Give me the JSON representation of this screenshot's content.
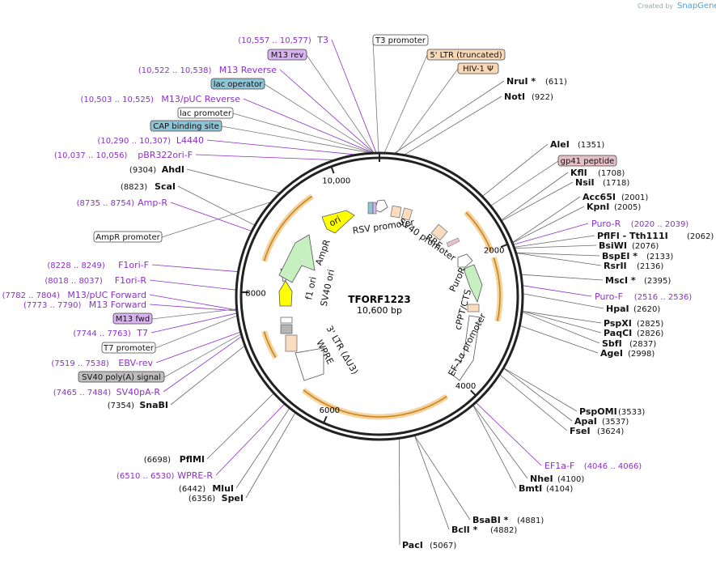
{
  "credit": {
    "created_by": "Created by",
    "brand": "SnapGene"
  },
  "plasmid": {
    "name": "TFORF1223",
    "size": "10,600 bp"
  },
  "ring_ticks": [
    "2000",
    "4000",
    "6000",
    "8000",
    "10,000"
  ],
  "enzymes_right": [
    {
      "name": "NruI *",
      "pos": "(611)"
    },
    {
      "name": "NotI",
      "pos": "(922)"
    },
    {
      "name": "AleI",
      "pos": "(1351)"
    },
    {
      "name": "KflI",
      "pos": "(1708)"
    },
    {
      "name": "NsiI",
      "pos": "(1718)"
    },
    {
      "name": "Acc65I",
      "pos": "(2001)"
    },
    {
      "name": "KpnI",
      "pos": "(2005)"
    },
    {
      "name": "PflFI - Tth111I",
      "pos": "(2062)"
    },
    {
      "name": "BsiWI",
      "pos": "(2076)"
    },
    {
      "name": "BspEI *",
      "pos": "(2133)"
    },
    {
      "name": "RsrII",
      "pos": "(2136)"
    },
    {
      "name": "MscI *",
      "pos": "(2395)"
    },
    {
      "name": "HpaI",
      "pos": "(2620)"
    },
    {
      "name": "PspXI",
      "pos": "(2825)"
    },
    {
      "name": "PaqCI",
      "pos": "(2826)"
    },
    {
      "name": "SbfI",
      "pos": "(2837)"
    },
    {
      "name": "AgeI",
      "pos": "(2998)"
    },
    {
      "name": "PspOMI",
      "pos": "(3533)"
    },
    {
      "name": "ApaI",
      "pos": "(3537)"
    },
    {
      "name": "FseI",
      "pos": "(3624)"
    },
    {
      "name": "NheI",
      "pos": "(4100)"
    },
    {
      "name": "BmtI",
      "pos": "(4104)"
    },
    {
      "name": "BsaBI *",
      "pos": "(4881)"
    },
    {
      "name": "BclI *",
      "pos": "(4882)"
    },
    {
      "name": "PacI",
      "pos": "(5067)"
    }
  ],
  "enzymes_left": [
    {
      "name": "AhdI",
      "pos": "(9304)"
    },
    {
      "name": "ScaI",
      "pos": "(8823)"
    },
    {
      "name": "SnaBI",
      "pos": "(7354)"
    },
    {
      "name": "PflMI",
      "pos": "(6698)"
    },
    {
      "name": "MluI",
      "pos": "(6442)"
    },
    {
      "name": "SpeI",
      "pos": "(6356)"
    }
  ],
  "primers": [
    {
      "name": "T3",
      "pos": "(10,557 .. 10,577)"
    },
    {
      "name": "M13 Reverse",
      "pos": "(10,522 .. 10,538)"
    },
    {
      "name": "M13/pUC Reverse",
      "pos": "(10,503 .. 10,525)"
    },
    {
      "name": "L4440",
      "pos": "(10,290 .. 10,307)"
    },
    {
      "name": "pBR322ori-F",
      "pos": "(10,037 .. 10,056)"
    },
    {
      "name": "Amp-R",
      "pos": "(8735 .. 8754)"
    },
    {
      "name": "F1ori-F",
      "pos": "(8228 .. 8249)"
    },
    {
      "name": "F1ori-R",
      "pos": "(8018 .. 8037)"
    },
    {
      "name": "M13/pUC Forward",
      "pos": "(7782 .. 7804)"
    },
    {
      "name": "M13 Forward",
      "pos": "(7773 .. 7790)"
    },
    {
      "name": "T7",
      "pos": "(7744 .. 7763)"
    },
    {
      "name": "EBV-rev",
      "pos": "(7519 .. 7538)"
    },
    {
      "name": "SV40pA-R",
      "pos": "(7465 .. 7484)"
    },
    {
      "name": "WPRE-R",
      "pos": "(6510 .. 6530)"
    },
    {
      "name": "Puro-R",
      "pos": "(2020 .. 2039)"
    },
    {
      "name": "Puro-F",
      "pos": "(2516 .. 2536)"
    },
    {
      "name": "EF1a-F",
      "pos": "(4046 .. 4066)"
    }
  ],
  "boxed_labels": [
    {
      "text": "M13 rev",
      "fill": "#d9b3f2"
    },
    {
      "text": "lac operator",
      "fill": "#8fc3d6"
    },
    {
      "text": "lac promoter",
      "fill": "#ffffff"
    },
    {
      "text": "CAP binding site",
      "fill": "#8fc3d6"
    },
    {
      "text": "T3 promoter",
      "fill": "#ffffff"
    },
    {
      "text": "5' LTR (truncated)",
      "fill": "#f9d8b8"
    },
    {
      "text": "HIV-1 Ψ",
      "fill": "#f9d8b8"
    },
    {
      "text": "gp41 peptide",
      "fill": "#e5c0c8"
    },
    {
      "text": "AmpR promoter",
      "fill": "#ffffff"
    },
    {
      "text": "M13 fwd",
      "fill": "#d9b3f2"
    },
    {
      "text": "T7 promoter",
      "fill": "#ffffff"
    },
    {
      "text": "SV40 poly(A) signal",
      "fill": "#bdbdbd"
    }
  ],
  "inner_features": [
    "RSV promoter",
    "RRE",
    "SV40 promoter",
    "PuroR",
    "cPPT/CTS",
    "EF-1α promoter",
    "WPRE",
    "3' LTR (ΔU3)",
    "SV40 ori",
    "f1 ori",
    "AmpR",
    "ori"
  ],
  "colors": {
    "ring": "#222222",
    "primer": "#8b2fc9",
    "orf_band": "#f3d39b",
    "orf_arrow": "#c9801c",
    "green": "#c7f0c0",
    "yellow": "#ffff00"
  }
}
